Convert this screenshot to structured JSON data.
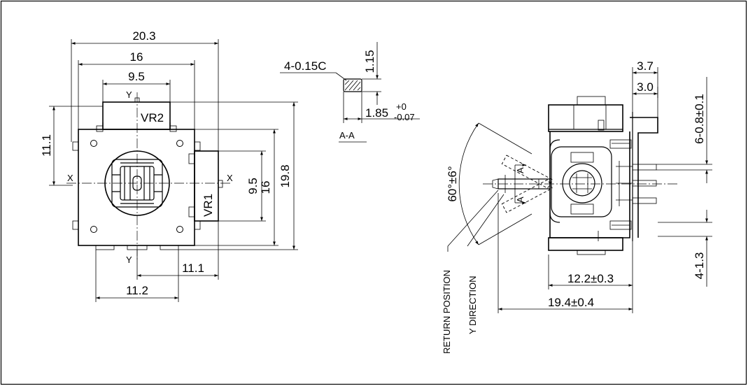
{
  "front_view": {
    "dim_overall_width": "20.3",
    "dim_body_width": "16",
    "dim_vr2_width": "9.5",
    "dim_left_height": "11.1",
    "dim_vr1_height": "9.5",
    "dim_body_height": "16",
    "dim_overall_height": "19.8",
    "dim_bottom_right": "11.1",
    "dim_bottom_left": "11.2",
    "label_vr2": "VR2",
    "label_vr1": "VR1",
    "axis_y_top": "Y",
    "axis_y_bottom": "Y",
    "axis_x_left": "X",
    "axis_x_right": "X"
  },
  "section_detail": {
    "chamfer": "4-0.15C",
    "dim_height": "1.15",
    "dim_width_main": "1.85",
    "dim_width_tol_upper": "+0",
    "dim_width_tol_lower": "-0.07",
    "section_label": "A-A"
  },
  "side_view": {
    "dim_angle": "60°±6°",
    "dim_3_7": "3.7",
    "dim_3_0": "3.0",
    "dim_pin_width": "6-0.8±0.1",
    "dim_pin_length": "4-1.3",
    "dim_12_2": "12.2±0.3",
    "dim_19_4": "19.4±0.4",
    "label_return": "RETURN POSITION",
    "label_ydir": "Y DIRECTION",
    "section_mark_top": "A",
    "section_mark_bottom": "A"
  }
}
